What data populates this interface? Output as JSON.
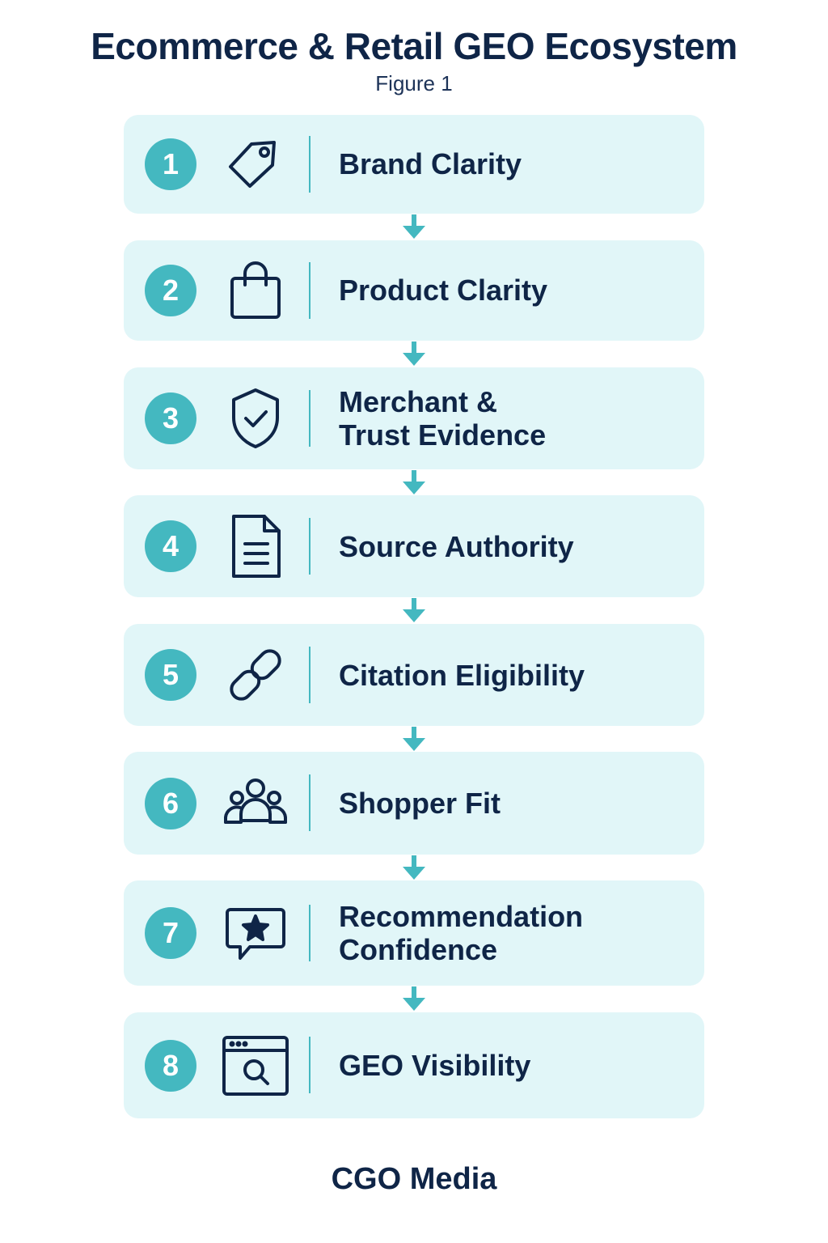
{
  "title": "Ecommerce & Retail GEO Ecosystem",
  "subtitle": "Figure 1",
  "accent_color": "#44b8c0",
  "card_color": "#e1f6f8",
  "text_color": "#0f2547",
  "steps": [
    {
      "number": "1",
      "label": "Brand Clarity",
      "icon": "price-tag-icon"
    },
    {
      "number": "2",
      "label": "Product Clarity",
      "icon": "shopping-bag-icon"
    },
    {
      "number": "3",
      "label": "Merchant &\nTrust Evidence",
      "icon": "shield-check-icon"
    },
    {
      "number": "4",
      "label": "Source Authority",
      "icon": "document-icon"
    },
    {
      "number": "5",
      "label": "Citation Eligibility",
      "icon": "link-icon"
    },
    {
      "number": "6",
      "label": "Shopper Fit",
      "icon": "users-group-icon"
    },
    {
      "number": "7",
      "label": "Recommendation\nConfidence",
      "icon": "chat-star-icon"
    },
    {
      "number": "8",
      "label": "GEO Visibility",
      "icon": "browser-search-icon"
    }
  ],
  "footer": "CGO Media"
}
